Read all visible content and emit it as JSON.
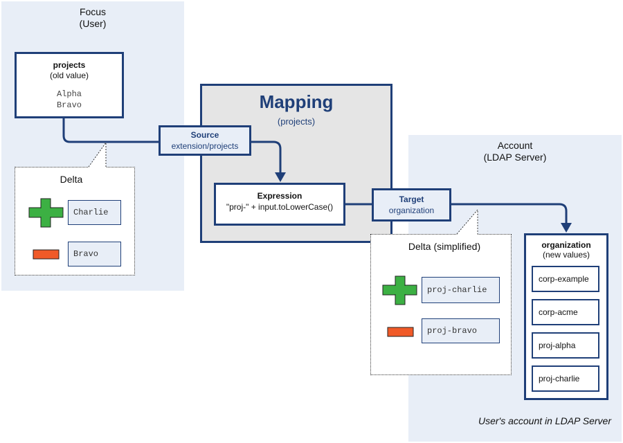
{
  "focus": {
    "title": "Focus",
    "subtitle": "(User)",
    "projects_box": {
      "title": "projects",
      "subtitle": "(old value)",
      "values": [
        "Alpha",
        "Bravo"
      ]
    },
    "delta": {
      "title": "Delta",
      "added": "Charlie",
      "removed": "Bravo"
    }
  },
  "mapping": {
    "title": "Mapping",
    "subtitle": "(projects)",
    "source": {
      "title": "Source",
      "path": "extension/projects"
    },
    "expression": {
      "title": "Expression",
      "code": "\"proj-\" + input.toLowerCase()"
    },
    "target": {
      "title": "Target",
      "path": "organization"
    }
  },
  "account": {
    "title": "Account",
    "subtitle": "(LDAP Server)",
    "delta": {
      "title": "Delta (simplified)",
      "added": "proj-charlie",
      "removed": "proj-bravo"
    },
    "organization_box": {
      "title": "organization",
      "subtitle": "(new values)",
      "values": [
        "corp-example",
        "corp-acme",
        "proj-alpha",
        "proj-charlie"
      ]
    },
    "caption": "User's account in LDAP Server"
  },
  "colors": {
    "navy": "#1f3f78",
    "add": "#3cb043",
    "remove": "#f05a28",
    "region": "#e8eef7",
    "mapping_bg": "#e5e5e5"
  },
  "icons": {
    "add": "plus-icon",
    "remove": "minus-icon"
  }
}
